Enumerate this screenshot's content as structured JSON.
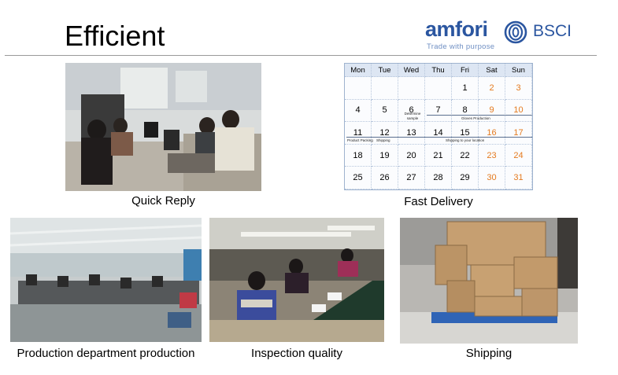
{
  "page": {
    "title": "Efficient"
  },
  "logo": {
    "word": "amfori",
    "suffix": "BSCI",
    "tagline": "Trade with purpose"
  },
  "captions": {
    "quick_reply": "Quick Reply",
    "fast_delivery": "Fast Delivery",
    "production": "Production department production",
    "inspection": "Inspection quality",
    "shipping": "Shipping"
  },
  "calendar": {
    "days": [
      "Mon",
      "Tue",
      "Wed",
      "Thu",
      "Fri",
      "Sat",
      "Sun"
    ],
    "weeks": [
      [
        "",
        "",
        "",
        "",
        "1",
        "2",
        "3"
      ],
      [
        "4",
        "5",
        "6",
        "7",
        "8",
        "9",
        "10"
      ],
      [
        "11",
        "12",
        "13",
        "14",
        "15",
        "16",
        "17"
      ],
      [
        "18",
        "19",
        "20",
        "21",
        "22",
        "23",
        "24"
      ],
      [
        "25",
        "26",
        "27",
        "28",
        "29",
        "30",
        "31"
      ]
    ],
    "notes": {
      "determine": "Determine sample",
      "gloves": "Gloves Production",
      "packing": "Product Packing",
      "shipping": "Shipping",
      "location": "Shipping to your location"
    },
    "weekend_color": "#e47a1f"
  },
  "colors": {
    "brand": "#2b56a0",
    "rule": "#9a9a9a"
  }
}
